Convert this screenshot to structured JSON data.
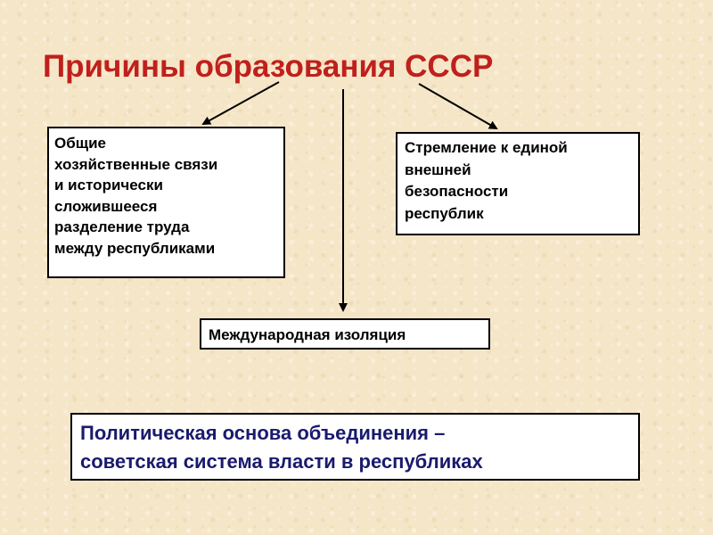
{
  "slide": {
    "title": "Причины образования СССР",
    "title_color": "#c0201c",
    "boxes": {
      "economic_ties": "Общие\nхозяйственные связи\nи исторически\nсложившееся\nразделение труда\nмежду республиками",
      "external_security": "Стремление к единой\nвнешней\nбезопасности\nреспублик",
      "international_isolation": "Международная изоляция",
      "political_basis": "Политическая основа объединения –\nсоветская система власти в республиках"
    },
    "political_basis_color": "#1a1a6e",
    "background_color": "#f5e6c8"
  }
}
